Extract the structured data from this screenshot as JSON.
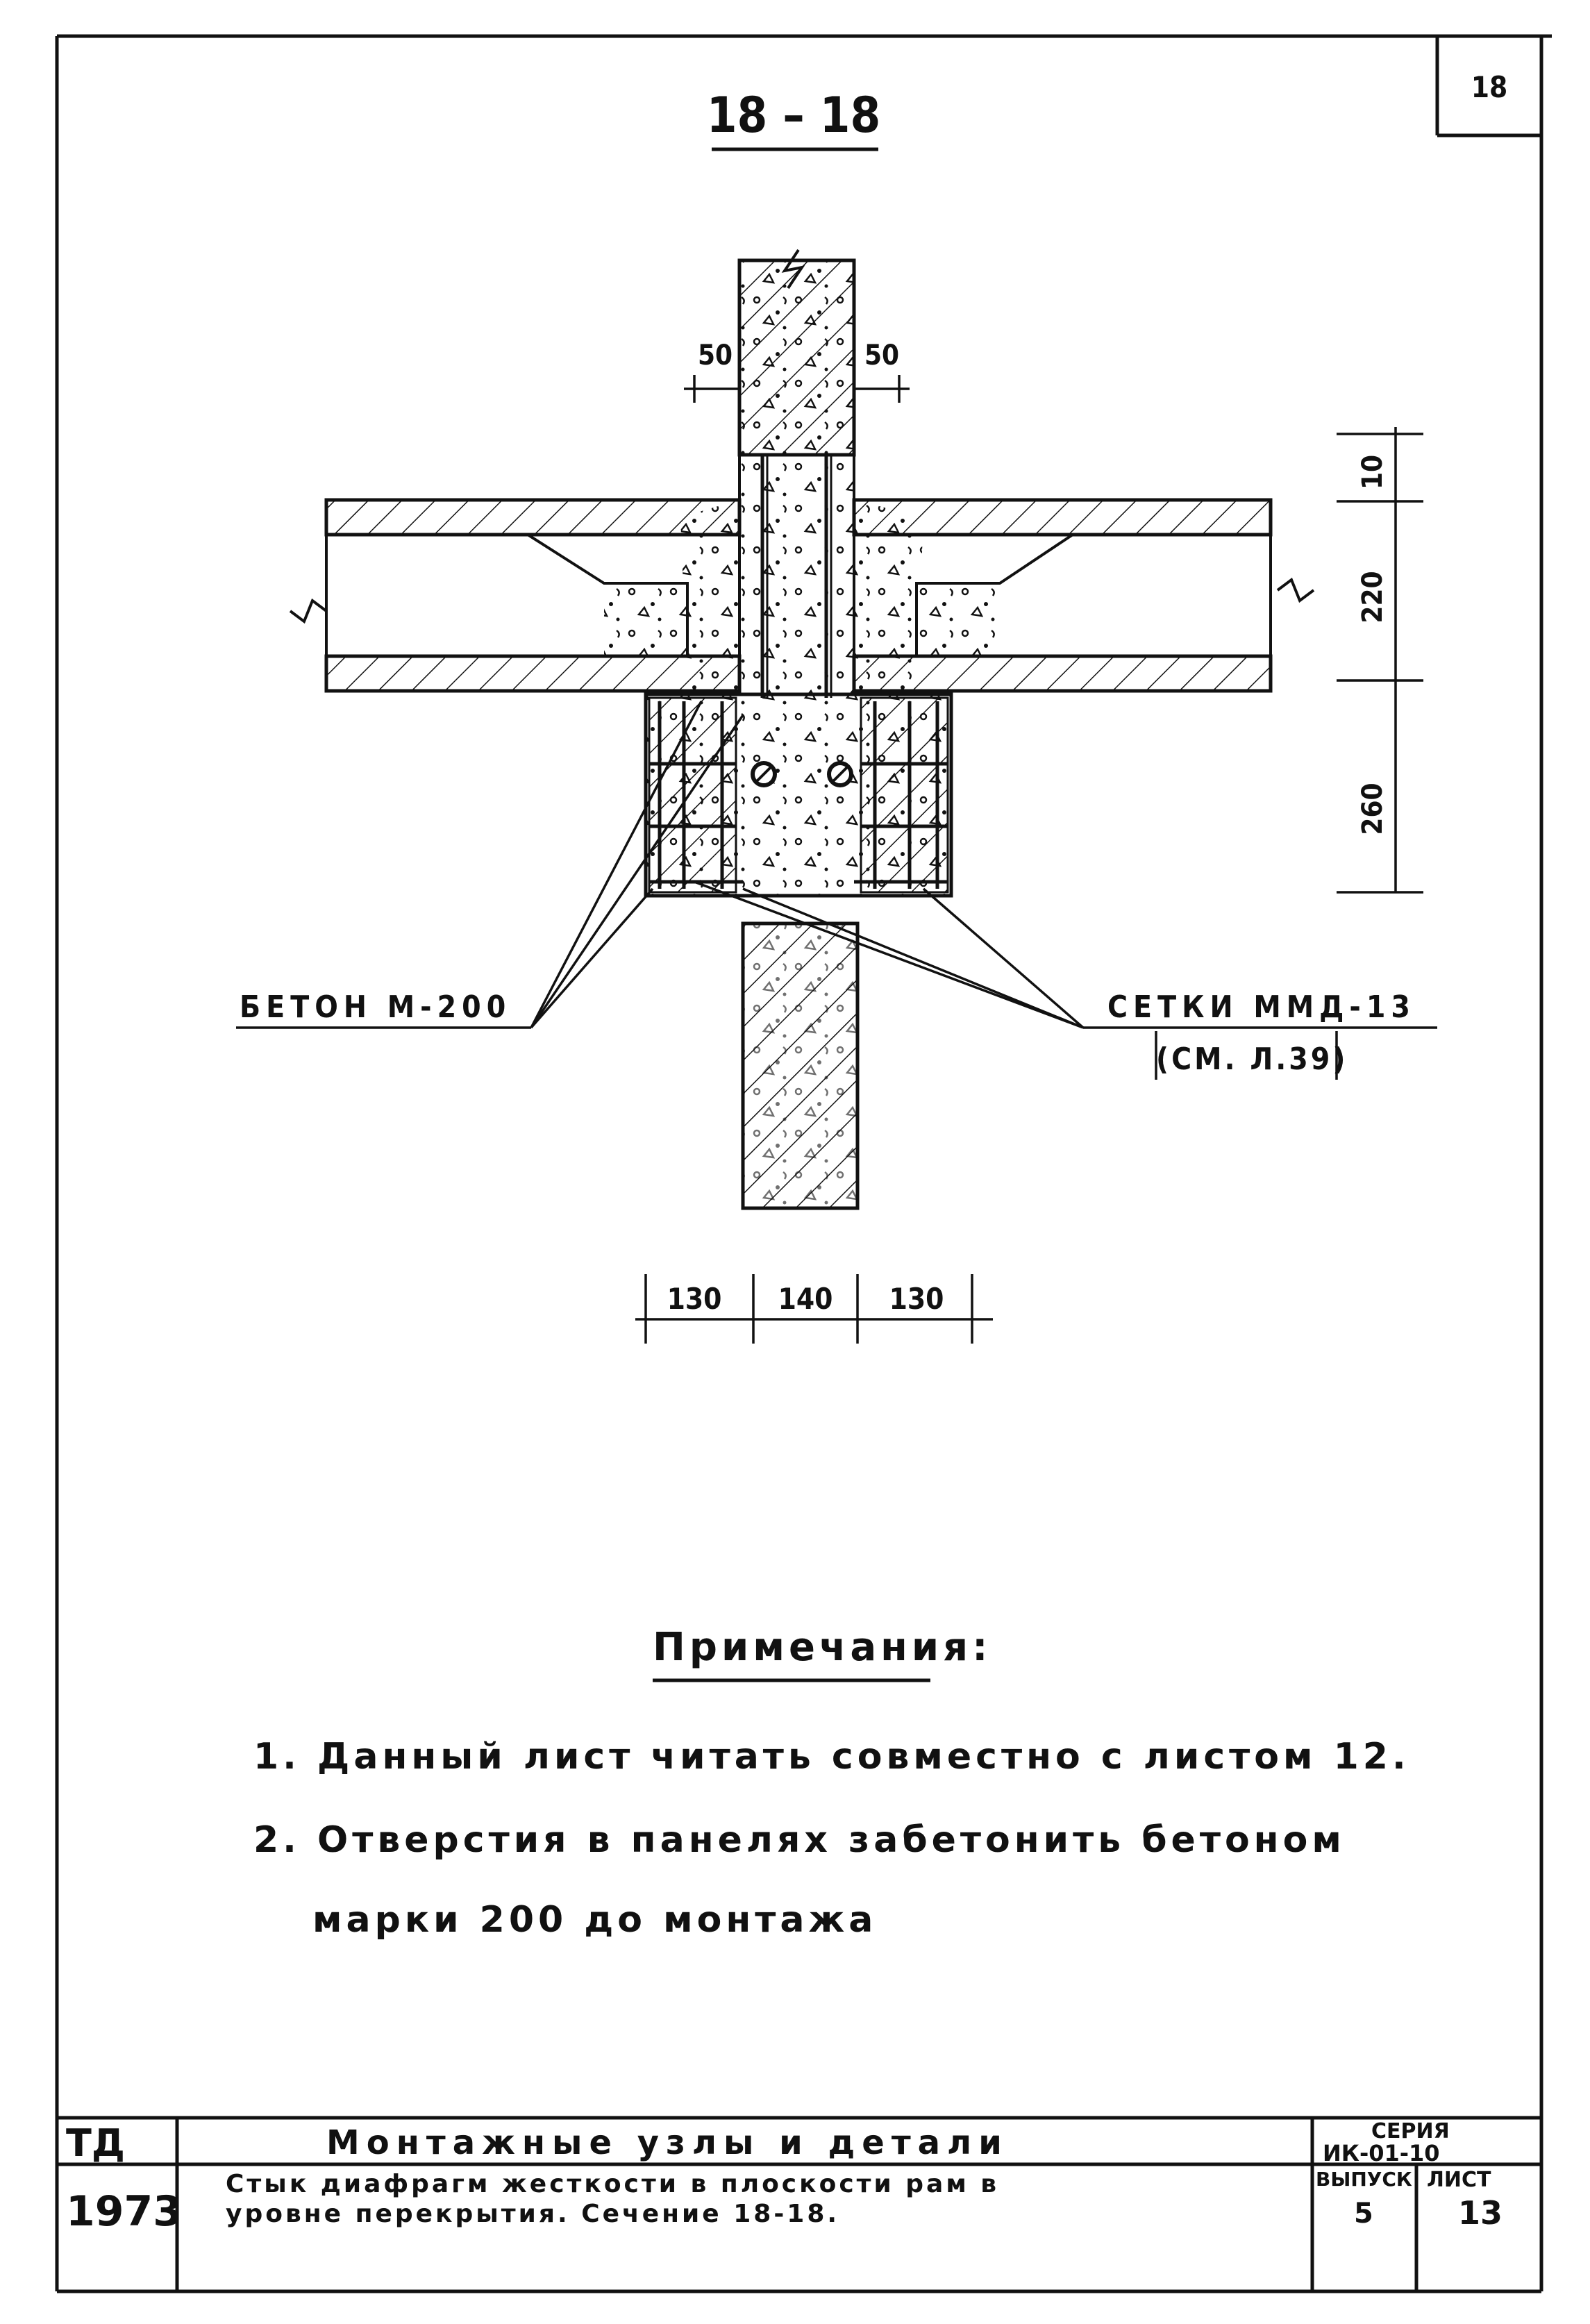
{
  "sheet_corner_number": "18",
  "section_title": "18 – 18",
  "dimensions": {
    "top_left": "50",
    "top_right": "50",
    "right_top": "10",
    "right_mid": "220",
    "right_bottom": "260",
    "bottom_left": "130",
    "bottom_mid": "140",
    "bottom_right": "130"
  },
  "callouts": {
    "left": "БЕТОН М-200",
    "right": "СЕТКИ ММД-13",
    "right_ref": "(СМ. Л.39)"
  },
  "notes": {
    "heading": "Примечания:",
    "item1": "1. Данный лист читать совместно с листом 12.",
    "item2_line1": "2. Отверстия в панелях забетонить бетоном",
    "item2_line2": "марки 200 до монтажа"
  },
  "title_block": {
    "org": "ТД",
    "year": "1973",
    "main_title": "Монтажные узлы и детали",
    "desc_line1": "Стык диафрагм жесткости в плоскости рам в",
    "desc_line2": "уровне перекрытия. Сечение 18-18.",
    "series_label": "СЕРИЯ",
    "series_value": "ИК-01-10",
    "issue_label": "ВЫПУСК",
    "issue_value": "5",
    "sheet_label": "ЛИСТ",
    "sheet_value": "13"
  }
}
